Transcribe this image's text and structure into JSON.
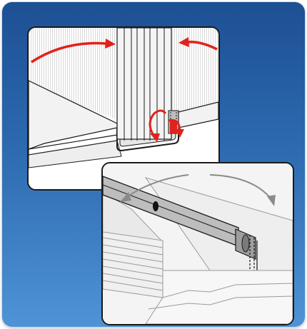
{
  "colors": {
    "card_top": "#1d4f93",
    "card_bottom": "#4f93d6",
    "arrow": "#e0221c",
    "outline": "#1a1a1a",
    "rail_grey": "#bdbdbd"
  },
  "illustrations": {
    "top": {
      "subject": "wall-panel-pivoting-into-floor-channel",
      "arrow_count": 4
    },
    "bottom": {
      "subject": "slab-edge-rail-with-hinge",
      "arrow_count": 2
    }
  }
}
